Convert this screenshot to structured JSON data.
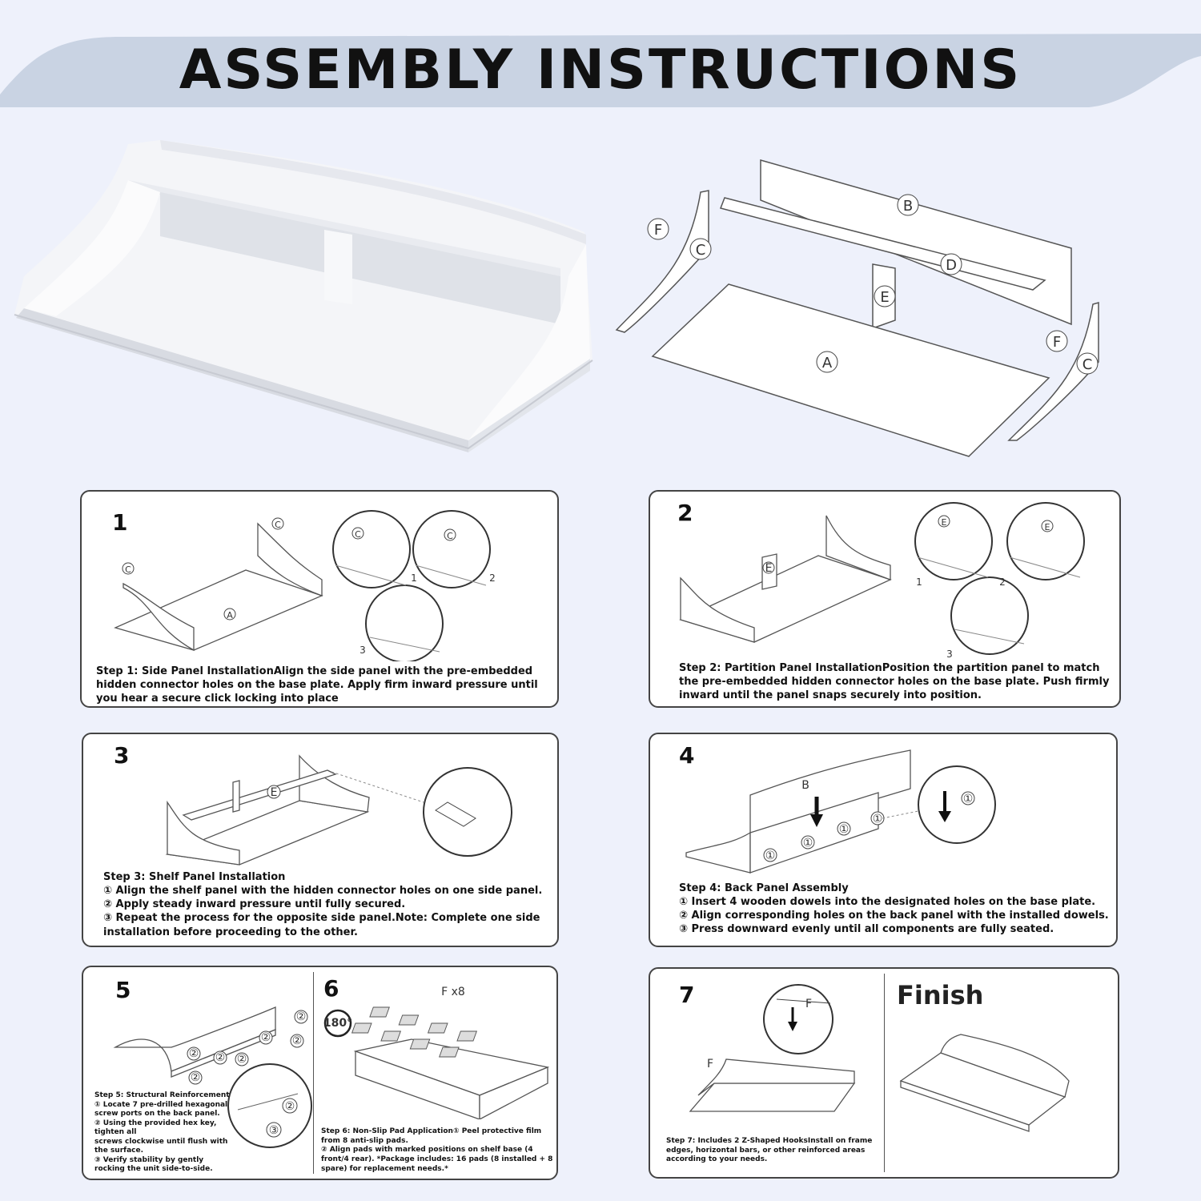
{
  "title": "ASSEMBLY INSTRUCTIONS",
  "colors": {
    "banner": "#c9d3e3",
    "background": "#eef1fb",
    "panel_border": "#444444"
  },
  "parts": {
    "a": "A",
    "b": "B",
    "c": "C",
    "d": "D",
    "e": "E",
    "f": "F"
  },
  "steps": [
    {
      "number": "1",
      "lines": [
        "Step 1: Side Panel InstallationAlign the side panel with the pre-embedded hidden connector holes on the base plate. Apply firm inward pressure until you hear a secure click locking into place"
      ]
    },
    {
      "number": "2",
      "lines": [
        "Step 2: Partition Panel InstallationPosition the partition panel to match the pre-embedded hidden connector holes on the base plate. Push firmly inward until the panel snaps securely into position."
      ]
    },
    {
      "number": "3",
      "lines": [
        "Step 3: Shelf Panel Installation",
        "① Align the shelf panel with the hidden connector holes on one side panel.",
        "② Apply steady inward pressure until fully secured.",
        "③ Repeat the process for the opposite side panel.Note: Complete one side installation before proceeding to the other."
      ]
    },
    {
      "number": "4",
      "lines": [
        "Step 4: Back Panel Assembly",
        "① Insert 4 wooden dowels into the designated holes on the base plate.",
        "② Align corresponding holes on the back panel with the installed dowels.",
        "③ Press downward evenly until all components are fully seated."
      ]
    },
    {
      "number": "5",
      "lines": [
        "Step 5: Structural Reinforcement",
        "① Locate 7 pre-drilled hexagonal screw ports on the back panel.",
        "② Using the provided hex key, tighten all",
        " screws clockwise until flush with the surface.",
        "③ Verify stability by gently rocking the unit side-to-side."
      ]
    },
    {
      "number": "6",
      "lines": [
        "Step 6: Non-Slip Pad Application① Peel protective film from 8 anti-slip pads.",
        "② Align pads with marked positions on shelf base (4 front/4 rear). *Package includes: 16 pads (8 installed + 8 spare) for replacement needs.*"
      ]
    },
    {
      "number": "7",
      "lines": [
        "Step 7:  Includes 2 Z-Shaped HooksInstall on frame edges, horizontal bars, or other reinforced areas according to your needs."
      ]
    }
  ],
  "callouts": {
    "one": "1",
    "two": "2",
    "three": "3",
    "circled_one": "①",
    "circled_two": "②",
    "circled_three": "③"
  },
  "step6_pads_label": "F x8",
  "step6_rotate_label": "180°",
  "finish_label": "Finish"
}
